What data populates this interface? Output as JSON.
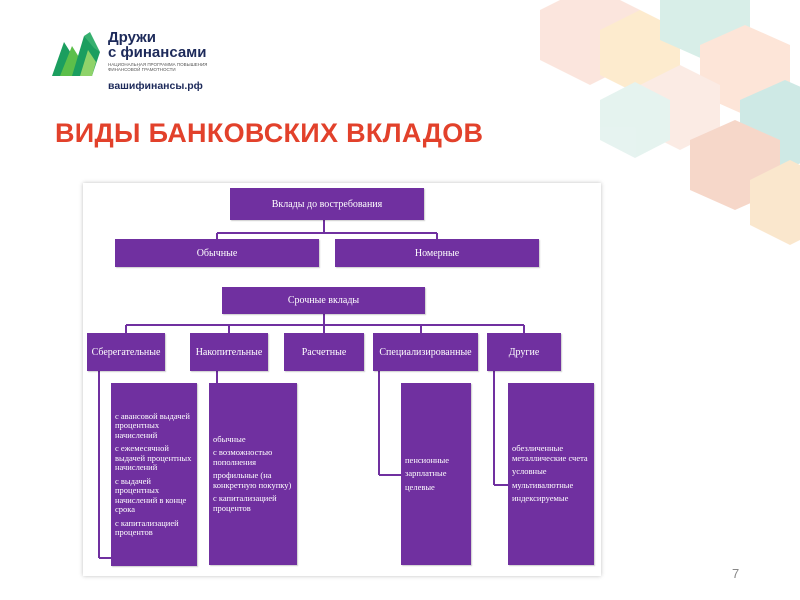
{
  "logo": {
    "title_line1": "Дружи",
    "title_line2": "с финансами",
    "subtitle": "НАЦИОНАЛЬНАЯ ПРОГРАММА ПОВЫШЕНИЯ ФИНАНСОВОЙ ГРАМОТНОСТИ",
    "url": "вашифинансы.рф"
  },
  "slide": {
    "title": "ВИДЫ БАНКОВСКИХ ВКЛАДОВ",
    "page_number": "7"
  },
  "diagram": {
    "demand": {
      "label": "Вклады до востребования",
      "children": [
        "Обычные",
        "Номерные"
      ]
    },
    "term": {
      "label": "Срочные вклады",
      "categories": [
        "Сберегательные",
        "Накопительные",
        "Расчетные",
        "Специализированные",
        "Другие"
      ]
    },
    "details": {
      "savings": [
        "с авансовой выдачей процентных начислений",
        "с ежемесячной выдачей процентных начислений",
        "с выдачей процентных начислений в конце срока",
        "с капитализацией процентов"
      ],
      "accumulative": [
        "обычные",
        "с возможностью пополнения",
        "профильные (на конкретную покупку)",
        "с капитализацией процентов"
      ],
      "specialized": [
        "пенсионные",
        "зарплатные",
        "целевые"
      ],
      "other": [
        "обезличенные металлические счета",
        "условные",
        "мультивалютные",
        "индексируемые"
      ]
    },
    "colors": {
      "box": "#7030a0",
      "line": "#7030a0"
    }
  }
}
